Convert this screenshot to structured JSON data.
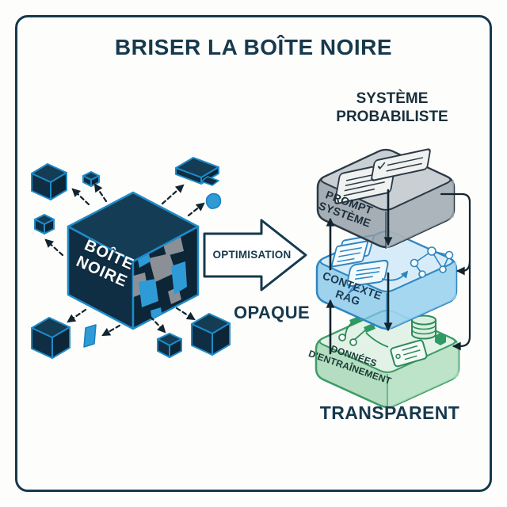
{
  "title": "BRISER LA BOÎTE NOIRE",
  "black_box": {
    "label": "BOÎTE\nNOIRE",
    "state": "OPAQUE"
  },
  "transform_arrow": {
    "label": "OPTIMISATION"
  },
  "system": {
    "heading": "SYSTÈME\nPROBABILISTE",
    "state": "TRANSPARENT",
    "layers": [
      {
        "id": "prompt",
        "label": "PROMPT\nSYSTÈME",
        "accent": "#919CA5"
      },
      {
        "id": "rag",
        "label": "CONTEXTE\nRAG",
        "accent": "#7FC3E8"
      },
      {
        "id": "training",
        "label": "DONNÉES\nD'ENTRAÎNEMENT",
        "accent": "#9FD4B2"
      }
    ]
  },
  "icons": {
    "prompt_layer": [
      "document-icon",
      "document-check-icon"
    ],
    "rag_layer": [
      "documents-stack-icon",
      "chat-bubble-icon",
      "knowledge-graph-icon",
      "flow-arrow-icon"
    ],
    "training_layer": [
      "flowchart-icon",
      "tag-icon",
      "database-icon",
      "hexagon-icon"
    ],
    "left_scene": [
      "black-box-cube-icon",
      "fragment-chunk-icon",
      "dashed-arrow-icon"
    ]
  },
  "colors": {
    "navy": "#16394E",
    "cube_edge_blue": "#1E8BC8",
    "fragment_blue": "#2E9BD6",
    "fragment_gray": "#8A9096",
    "layer_gray": "#919CA5",
    "layer_blue": "#7FC3E8",
    "layer_green": "#9FD4B2",
    "background": "#FDFDFB"
  }
}
